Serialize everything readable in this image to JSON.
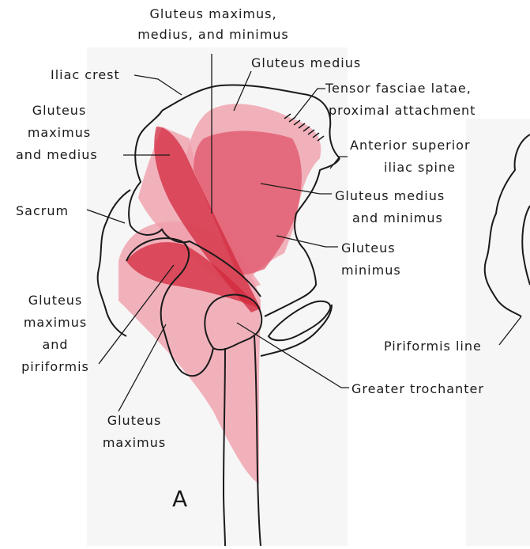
{
  "figure_letter": "A",
  "colors": {
    "outline": "#1a1a1a",
    "muscle_light": "#f0a0ac",
    "muscle_mid": "#e15a6e",
    "muscle_dark": "#d2283c",
    "paper": "#fafafa"
  },
  "labels": {
    "gluteals_all_1": "Gluteus maximus,",
    "gluteals_all_2": "medius, and minimus",
    "iliac_crest": "Iliac crest",
    "gluteus_medius_top": "Gluteus medius",
    "tfl_1": "Tensor fasciae latae,",
    "tfl_2": "proximal attachment",
    "max_med_1": "Gluteus",
    "max_med_2": "maximus",
    "max_med_3": "and medius",
    "asis_1": "Anterior superior",
    "asis_2": "iliac spine",
    "sacrum": "Sacrum",
    "med_min_1": "Gluteus medius",
    "med_min_2": "and minimus",
    "minimus_1": "Gluteus",
    "minimus_2": "minimus",
    "max_piri_1": "Gluteus",
    "max_piri_2": "maximus",
    "max_piri_3": "and",
    "max_piri_4": "piriformis",
    "piriformis_line": "Piriformis line",
    "greater_trochanter": "Greater trochanter",
    "maximus_bottom_1": "Gluteus",
    "maximus_bottom_2": "maximus"
  }
}
